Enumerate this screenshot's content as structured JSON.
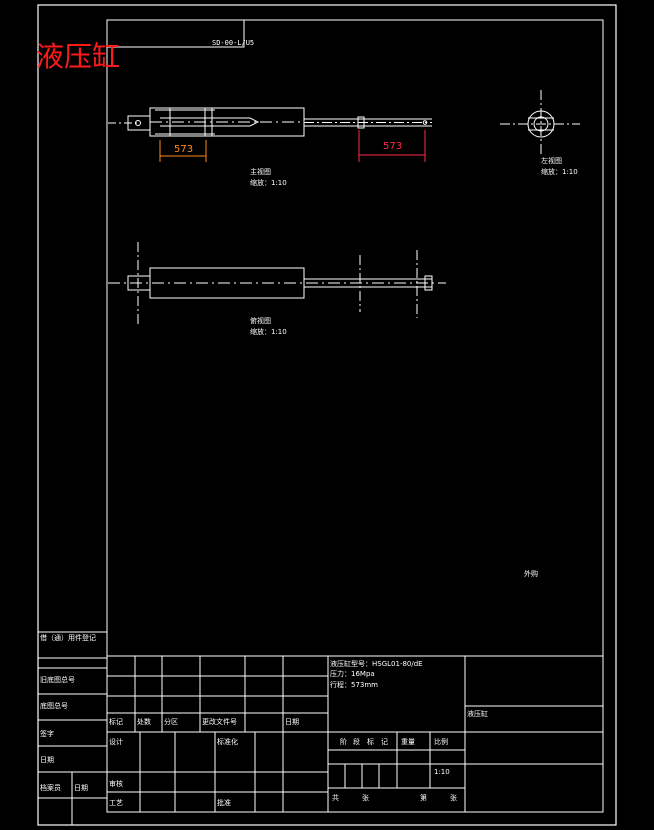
{
  "title": "液压缸",
  "drawing_number": "SD-00-L/U5",
  "dimensions": {
    "left": "573",
    "right": "573"
  },
  "views": {
    "front": {
      "name": "主视图",
      "scale": "缩放：1:10"
    },
    "top": {
      "name": "俯视图",
      "scale": "缩放：1:10"
    },
    "left": {
      "name": "左视图",
      "scale": "缩放：1:10"
    }
  },
  "note_text": "外购",
  "side_table": [
    "借（通）用件登记",
    "旧底图总号",
    "底图总号",
    "签字",
    "日期",
    "档案员",
    "日期"
  ],
  "title_block": {
    "tech_lines": [
      "液压缸型号：HSGL01-80/dE",
      "压力：16Mpa",
      "行程：573mm"
    ],
    "part_name": "液压缸",
    "row_labels": {
      "mark": "标记",
      "count": "处数",
      "zone": "分区",
      "doc": "更改文件号",
      "date": "日期"
    },
    "design": "设计",
    "standard": "标准化",
    "review": "审核",
    "process": "工艺",
    "approve": "批准",
    "stage_headers": [
      "阶",
      "段",
      "标",
      "记"
    ],
    "weight": "重量",
    "ratio": "比例",
    "ratio_value": "1:10",
    "total": "共",
    "sheets": "张",
    "sheet": "第",
    "sheets2": "张"
  }
}
